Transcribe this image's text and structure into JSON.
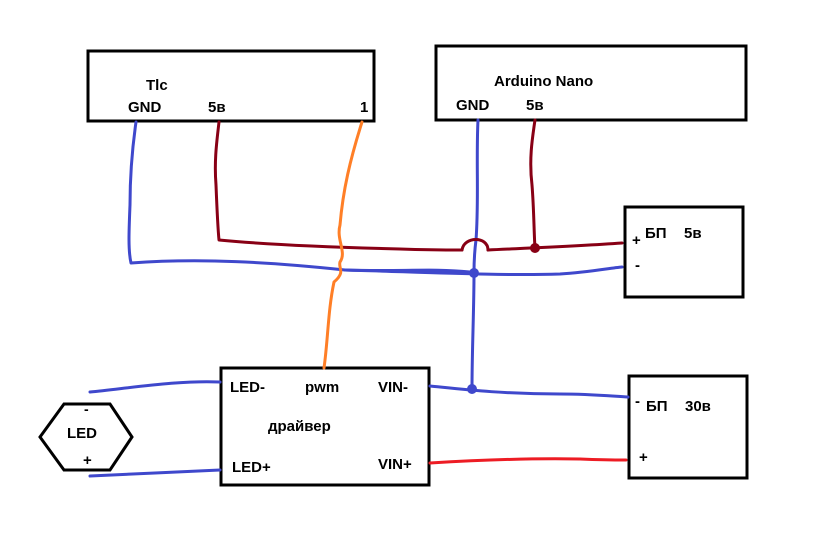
{
  "colors": {
    "ground_wire": "#3f48cc",
    "power5_wire": "#880015",
    "pwm_wire": "#ff7f27",
    "power30_wire": "#ed1c24",
    "outline": "#000000"
  },
  "tlc": {
    "title": "Tlc",
    "gnd": "GND",
    "v5": "5в",
    "pin1": "1"
  },
  "arduino": {
    "title": "Arduino Nano",
    "gnd": "GND",
    "v5": "5в"
  },
  "psu5": {
    "title": "БП",
    "voltage": "5в",
    "plus": "+",
    "minus": "-"
  },
  "psu30": {
    "title": "БП",
    "voltage": "30в",
    "minus": "-",
    "plus": "+"
  },
  "driver": {
    "title": "драйвер",
    "led_minus": "LED-",
    "pwm": "pwm",
    "vin_minus": "VIN-",
    "led_plus": "LED+",
    "vin_plus": "VIN+"
  },
  "led": {
    "label": "LED",
    "minus": "-",
    "plus": "+"
  }
}
